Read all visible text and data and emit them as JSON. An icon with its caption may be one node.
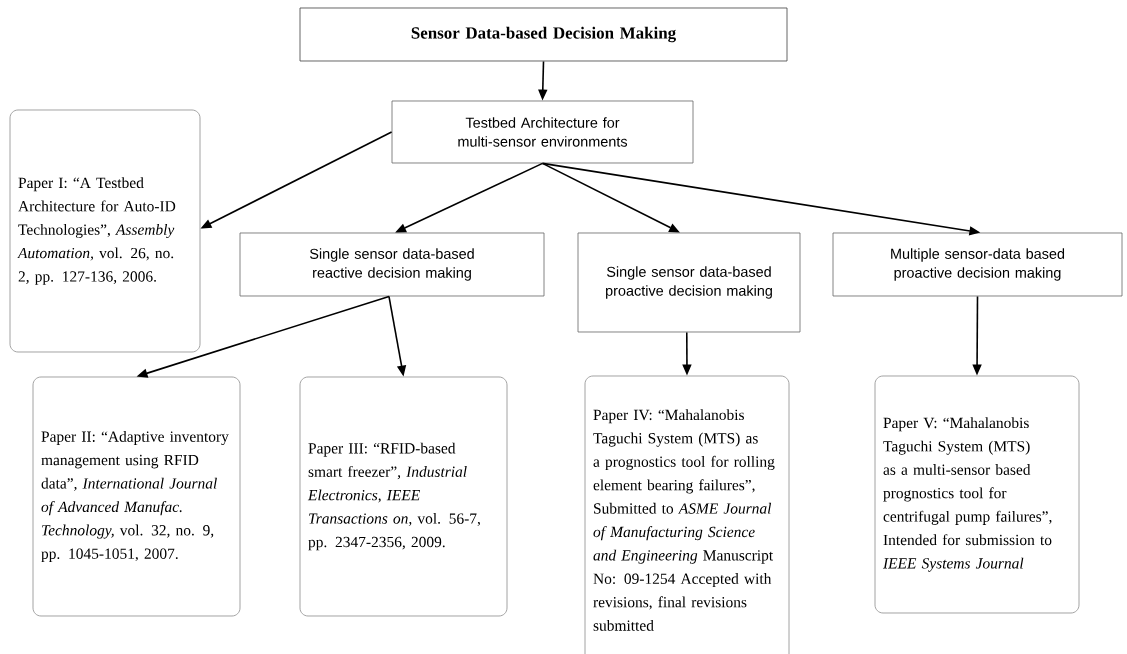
{
  "diagram": {
    "nodes": [
      {
        "text": [
          "Sensor Data-based Decision Making"
        ]
      },
      {
        "text": [
          "Testbed Architecture for multi-sensor environments"
        ]
      },
      {
        "text": [
          "Paper I: “A Testbed Architecture for Auto-ID Technologies”, *Assembly Automation,* vol. 26, no. 2, pp. 127-136, 2006."
        ]
      },
      {
        "text": [
          "Single sensor data-based reactive decision making"
        ]
      },
      {
        "text": [
          "Single sensor data-based proactive decision making"
        ]
      },
      {
        "text": [
          "Multiple sensor-data based proactive decision making"
        ]
      },
      {
        "text": [
          "Paper II: “Adaptive inventory management using RFID data”, *International Journal of Advanced Manufac. Technology,* vol. 32, no. 9, pp. 1045-1051, 2007."
        ]
      },
      {
        "text": [
          "Paper III: “RFID-based smart freezer”, *Industrial Electronics, IEEE Transactions on,* vol. 56-7, pp. 2347-2356, 2009."
        ]
      },
      {
        "text": [
          "Paper IV: “Mahalanobis Taguchi System (MTS) as a prognostics tool for rolling element bearing failures”, Submitted to *ASME Journal of Manufacturing Science and Engineering* Manuscript No:  09-1254 Accepted with revisions, final revisions submitted"
        ]
      },
      {
        "text": [
          "Paper V: “Mahalanobis Taguchi System (MTS) as a multi-sensor based prognostics tool for centrifugal pump failures”, Intended for submission to *IEEE Systems Journal*"
        ]
      }
    ],
    "edges": [
      {
        "from": 0,
        "to": 1,
        "arrow": "to"
      },
      {
        "from": 1,
        "to": 2,
        "arrow": "to"
      },
      {
        "from": 1,
        "to": 3,
        "arrow": "to"
      },
      {
        "from": 1,
        "to": 4,
        "arrow": "to"
      },
      {
        "from": 1,
        "to": 5,
        "arrow": "to"
      },
      {
        "from": 3,
        "to": 6,
        "arrow": "to"
      },
      {
        "from": 3,
        "to": 7,
        "arrow": "to"
      },
      {
        "from": 4,
        "to": 8,
        "arrow": "to"
      },
      {
        "from": 5,
        "to": 9,
        "arrow": "to"
      }
    ]
  }
}
